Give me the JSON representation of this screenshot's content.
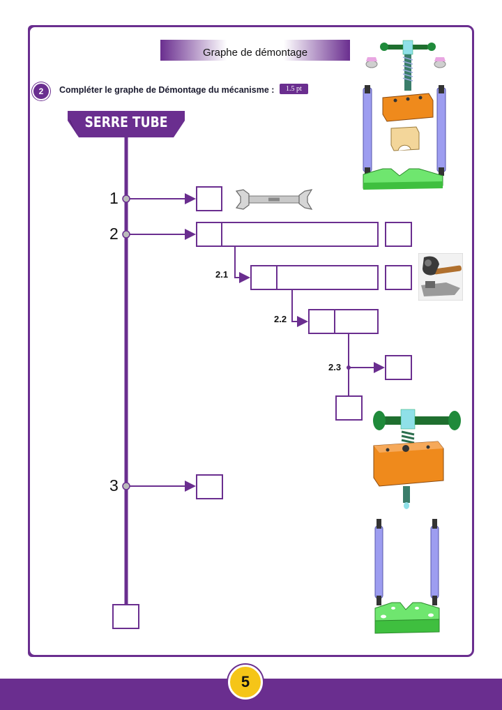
{
  "header": {
    "title": "Graphe de démontage"
  },
  "question": {
    "number": "2",
    "text": "Compléter le graphe de Démontage du mécanisme :",
    "points": "1.5 pt"
  },
  "graph": {
    "root_label": "SERRE TUBE",
    "steps": {
      "s1": "1",
      "s2": "2",
      "s3": "3",
      "s21": "2.1",
      "s22": "2.2",
      "s23": "2.3"
    }
  },
  "icons": [
    "wrench-icon",
    "hammer-icon",
    "exploded-view-parts",
    "screw-assembly",
    "guide-rods",
    "base-block"
  ],
  "colors": {
    "accent": "#6a2e8f",
    "page_badge": "#f5c518"
  },
  "footer": {
    "page_number": "5"
  }
}
